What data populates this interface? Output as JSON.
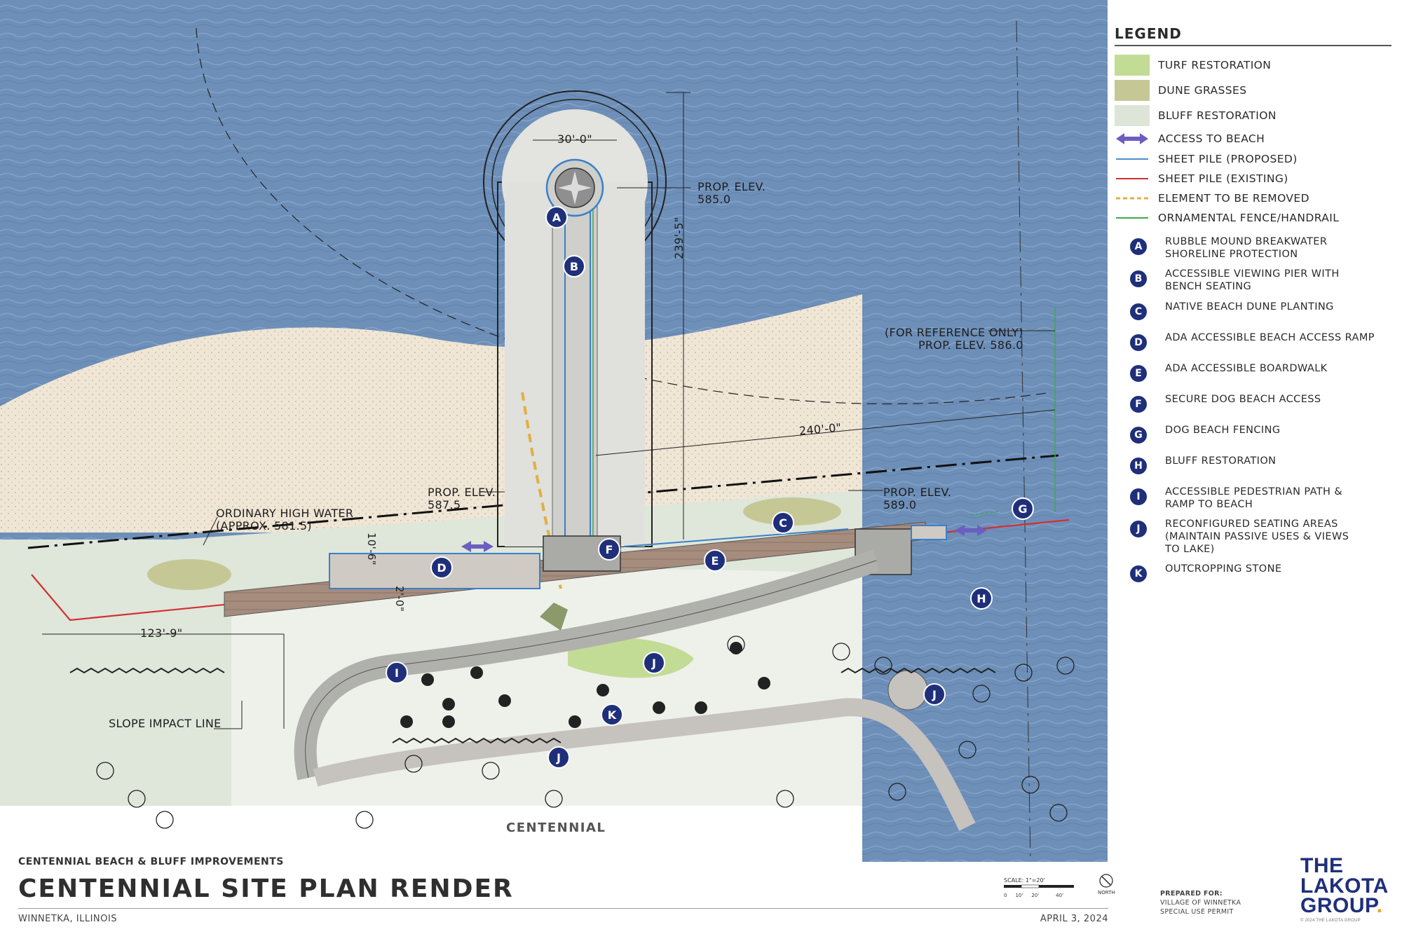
{
  "plan": {
    "dimensions": {
      "circle_width": "30'-0\"",
      "pier_length": "239'-5\"",
      "shoreline_length": "240'-0\"",
      "setback": "123'-9\"",
      "ramp_width": "10'-6\"",
      "path_width": "2'-0\""
    },
    "callouts": {
      "elev_pier_end_1": "PROP. ELEV.",
      "elev_pier_end_2": "585.0",
      "elev_left_1": "PROP. ELEV.",
      "elev_left_2": "587.5",
      "elev_right_1": "PROP. ELEV.",
      "elev_right_2": "589.0",
      "reference_1": "(FOR REFERENCE ONLY)",
      "reference_2": "PROP. ELEV. 586.0",
      "ohw_1": "ORDINARY HIGH WATER",
      "ohw_2": "(APPROX. 581.5)",
      "slope_impact": "SLOPE IMPACT LINE",
      "street": "CENTENNIAL"
    },
    "markers": [
      "A",
      "B",
      "C",
      "D",
      "E",
      "F",
      "G",
      "H",
      "I",
      "J",
      "J",
      "J",
      "K"
    ]
  },
  "legend": {
    "title": "LEGEND",
    "swatches": [
      {
        "label": "TURF RESTORATION",
        "color": "#c3dc95"
      },
      {
        "label": "DUNE GRASSES",
        "color": "#c5c895"
      },
      {
        "label": "BLUFF RESTORATION",
        "color": "#dde5d8"
      }
    ],
    "lines": [
      {
        "label": "ACCESS TO BEACH",
        "color": "#6a5fc0",
        "style": "arrow"
      },
      {
        "label": "SHEET PILE (PROPOSED)",
        "color": "#4d8fd1",
        "style": "solid"
      },
      {
        "label": "SHEET PILE (EXISTING)",
        "color": "#d32f2f",
        "style": "solid"
      },
      {
        "label": "ELEMENT TO BE REMOVED",
        "color": "#e0b040",
        "style": "dashed"
      },
      {
        "label": "ORNAMENTAL FENCE/HANDRAIL",
        "color": "#3faa4a",
        "style": "solid"
      }
    ],
    "keys": [
      {
        "letter": "A",
        "label": "RUBBLE MOUND BREAKWATER SHORELINE PROTECTION"
      },
      {
        "letter": "B",
        "label": "ACCESSIBLE VIEWING PIER WITH BENCH SEATING"
      },
      {
        "letter": "C",
        "label": "NATIVE BEACH DUNE PLANTING"
      },
      {
        "letter": "D",
        "label": "ADA ACCESSIBLE BEACH ACCESS RAMP"
      },
      {
        "letter": "E",
        "label": "ADA ACCESSIBLE BOARDWALK"
      },
      {
        "letter": "F",
        "label": "SECURE DOG BEACH ACCESS"
      },
      {
        "letter": "G",
        "label": "DOG BEACH FENCING"
      },
      {
        "letter": "H",
        "label": "BLUFF RESTORATION"
      },
      {
        "letter": "I",
        "label": "ACCESSIBLE PEDESTRIAN PATH & RAMP TO BEACH"
      },
      {
        "letter": "J",
        "label": "RECONFIGURED SEATING AREAS (MAINTAIN PASSIVE USES & VIEWS TO LAKE)"
      },
      {
        "letter": "K",
        "label": "OUTCROPPING STONE"
      }
    ]
  },
  "titleblock": {
    "project": "CENTENNIAL BEACH & BLUFF IMPROVEMENTS",
    "title": "CENTENNIAL SITE PLAN RENDER",
    "location": "WINNETKA, ILLINOIS",
    "date": "APRIL 3, 2024",
    "scale": "SCALE: 1\"=20'",
    "north": "NORTH",
    "scale_ticks": [
      "0",
      "10'",
      "20'",
      "40'"
    ]
  },
  "prepared": {
    "label": "PREPARED FOR:",
    "line1": "VILLAGE OF WINNETKA",
    "line2": "SPECIAL USE PERMIT"
  },
  "logo": {
    "line1": "THE",
    "line2": "LAKOTA",
    "line3": "GROUP",
    "copyright": "© 2024 THE LAKOTA GROUP"
  },
  "colors": {
    "water": "#6f8fb6",
    "sand": "#efe7d9",
    "bluff": "#dde5d8",
    "marker": "#1f2f7a",
    "boardwalk": "#a08a7c"
  }
}
